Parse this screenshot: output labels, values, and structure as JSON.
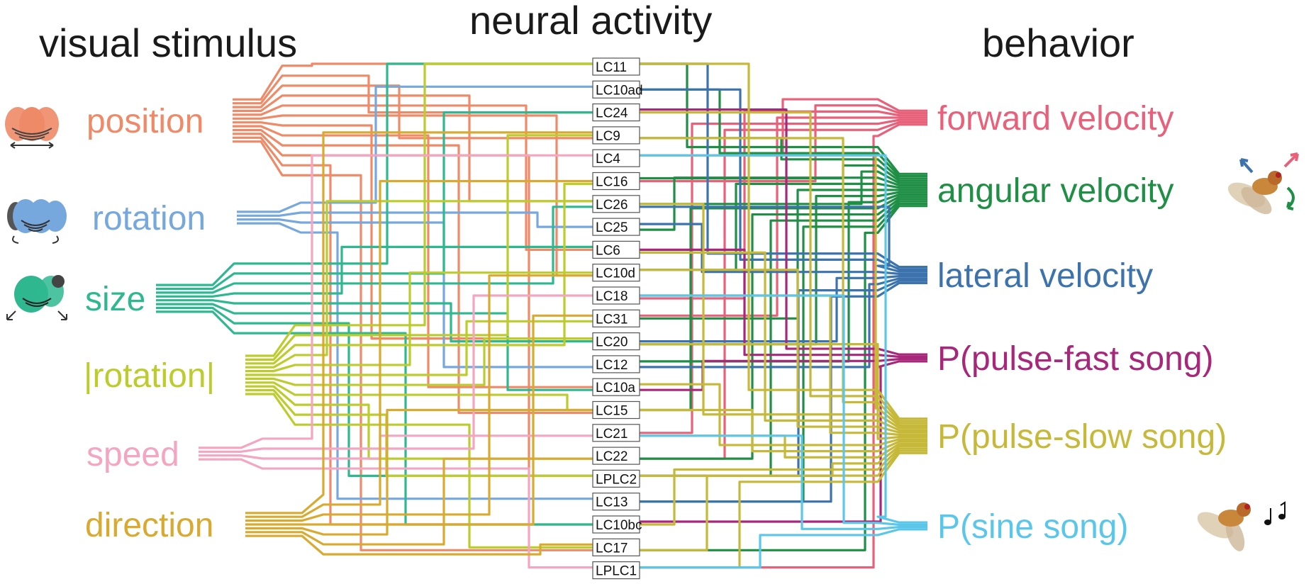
{
  "headings": {
    "stimulus": "visual stimulus",
    "activity": "neural activity",
    "behavior": "behavior"
  },
  "stimuli": [
    {
      "label": "position",
      "color": "#ee8a67",
      "icon": "position-stimulus-icon"
    },
    {
      "label": "rotation",
      "color": "#76a7dd",
      "icon": "rotation-stimulus-icon"
    },
    {
      "label": "size",
      "color": "#2fb890",
      "icon": "size-stimulus-icon"
    },
    {
      "label": "|rotation|",
      "color": "#bccc2c",
      "icon": ""
    },
    {
      "label": "speed",
      "color": "#f4a5c0",
      "icon": ""
    },
    {
      "label": "direction",
      "color": "#d8aa32",
      "icon": ""
    }
  ],
  "neurons": [
    "LC11",
    "LC10ad",
    "LC24",
    "LC9",
    "LC4",
    "LC16",
    "LC26",
    "LC25",
    "LC6",
    "LC10d",
    "LC18",
    "LC31",
    "LC20",
    "LC12",
    "LC10a",
    "LC15",
    "LC21",
    "LC22",
    "LPLC2",
    "LC13",
    "LC10bc",
    "LC17",
    "LPLC1"
  ],
  "behaviors": [
    {
      "label": "forward velocity",
      "color": "#e8617b"
    },
    {
      "label": "angular velocity",
      "color": "#1f8f45"
    },
    {
      "label": "lateral velocity",
      "color": "#3d73ad"
    },
    {
      "label": "P(pulse-fast song)",
      "color": "#a7287a"
    },
    {
      "label": "P(pulse-slow song)",
      "color": "#c6b93a"
    },
    {
      "label": "P(sine song)",
      "color": "#5ac7ea"
    }
  ],
  "icons": {
    "fly_moving": "fly-locomotion-icon",
    "fly_singing": "fly-singing-icon",
    "music_notes": "music-notes-icon"
  }
}
